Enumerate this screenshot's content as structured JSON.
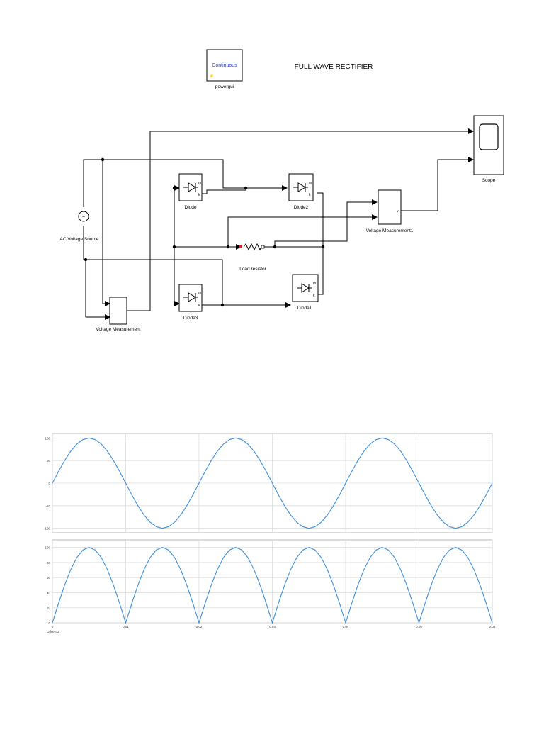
{
  "diagram": {
    "title": "FULL WAVE RECTIFIER",
    "powergui": {
      "mode": "Continuous",
      "label": "powergui"
    },
    "blocks": {
      "ac_source": "AC Voltage Source",
      "vm": "Voltage Measurement",
      "vm1": "Voltage Measurement1",
      "diode": "Diode",
      "diode1": "Diode1",
      "diode2": "Diode2",
      "diode3": "Diode3",
      "load": "Load resistor",
      "scope": "Scope"
    },
    "port_labels": {
      "m": "m",
      "k": "k",
      "v": "v"
    },
    "colors": {
      "wire": "#000000",
      "block_border": "#000000",
      "signal": "#3e8fd8",
      "grid": "#dcdcdc"
    }
  },
  "chart_data": [
    {
      "type": "line",
      "series": [
        {
          "function": "sine",
          "amplitude": 100,
          "frequency_hz": 50
        }
      ],
      "xlim": [
        0,
        0.06
      ],
      "ylim": [
        -110,
        110
      ],
      "yticks": [
        100,
        50,
        0,
        -50,
        -100
      ],
      "ytick_labels": [
        "100",
        "50",
        "0",
        "-50",
        "-100"
      ],
      "grid": true
    },
    {
      "type": "line",
      "series": [
        {
          "function": "abs-sine",
          "amplitude": 100,
          "frequency_hz": 50
        }
      ],
      "xlim": [
        0,
        0.06
      ],
      "ylim": [
        0,
        110
      ],
      "xticks": [
        0,
        0.01,
        0.02,
        0.03,
        0.04,
        0.05,
        0.06
      ],
      "xtick_labels": [
        "0",
        "0.01",
        "0.02",
        "0.03",
        "0.04",
        "0.05",
        "0.06"
      ],
      "yticks": [
        100,
        80,
        60,
        40,
        20,
        0
      ],
      "ytick_labels": [
        "100",
        "80",
        "60",
        "40",
        "20",
        "0"
      ],
      "footnote": "Offset=0",
      "grid": true
    }
  ]
}
